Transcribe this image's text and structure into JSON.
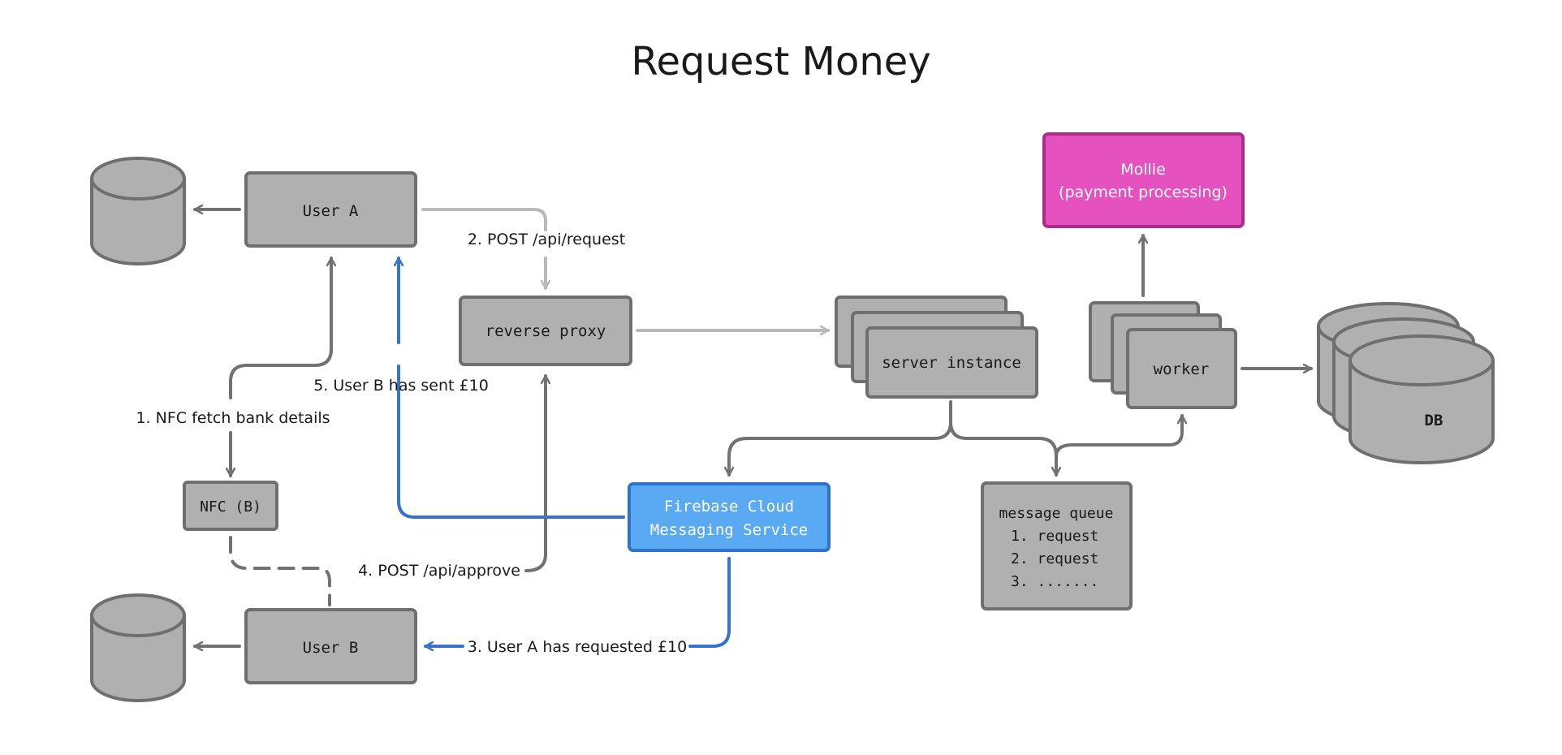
{
  "title": "Request Money",
  "colors": {
    "box_fill": "#b0b0b0",
    "box_stroke": "#6f6f6f",
    "arrow_dark": "#727272",
    "arrow_light": "#b9b9b9",
    "arrow_blue": "#3674c8",
    "firebase_fill": "#5aaaf3",
    "firebase_stroke": "#2e73cc",
    "mollie_fill": "#e552bf",
    "mollie_stroke": "#ac2b8b"
  },
  "nodes": {
    "user_a": "User A",
    "user_b": "User B",
    "nfc": "NFC (B)",
    "reverse_proxy": "reverse proxy",
    "server_instance": "server instance",
    "worker": "worker",
    "db": "DB",
    "mollie": {
      "line1": "Mollie",
      "line2": "(payment processing)"
    },
    "firebase": {
      "line1": "Firebase Cloud",
      "line2": "Messaging Service"
    },
    "message_queue": {
      "title": "message queue",
      "items": [
        "1. request",
        "2. request",
        "3. ......."
      ]
    }
  },
  "edges": {
    "nfc_fetch": "1. NFC fetch bank details",
    "post_request": "2. POST /api/request",
    "user_a_requested": "3. User A has requested £10",
    "post_approve": "4. POST /api/approve",
    "user_b_sent": "5. User B has sent £10"
  }
}
